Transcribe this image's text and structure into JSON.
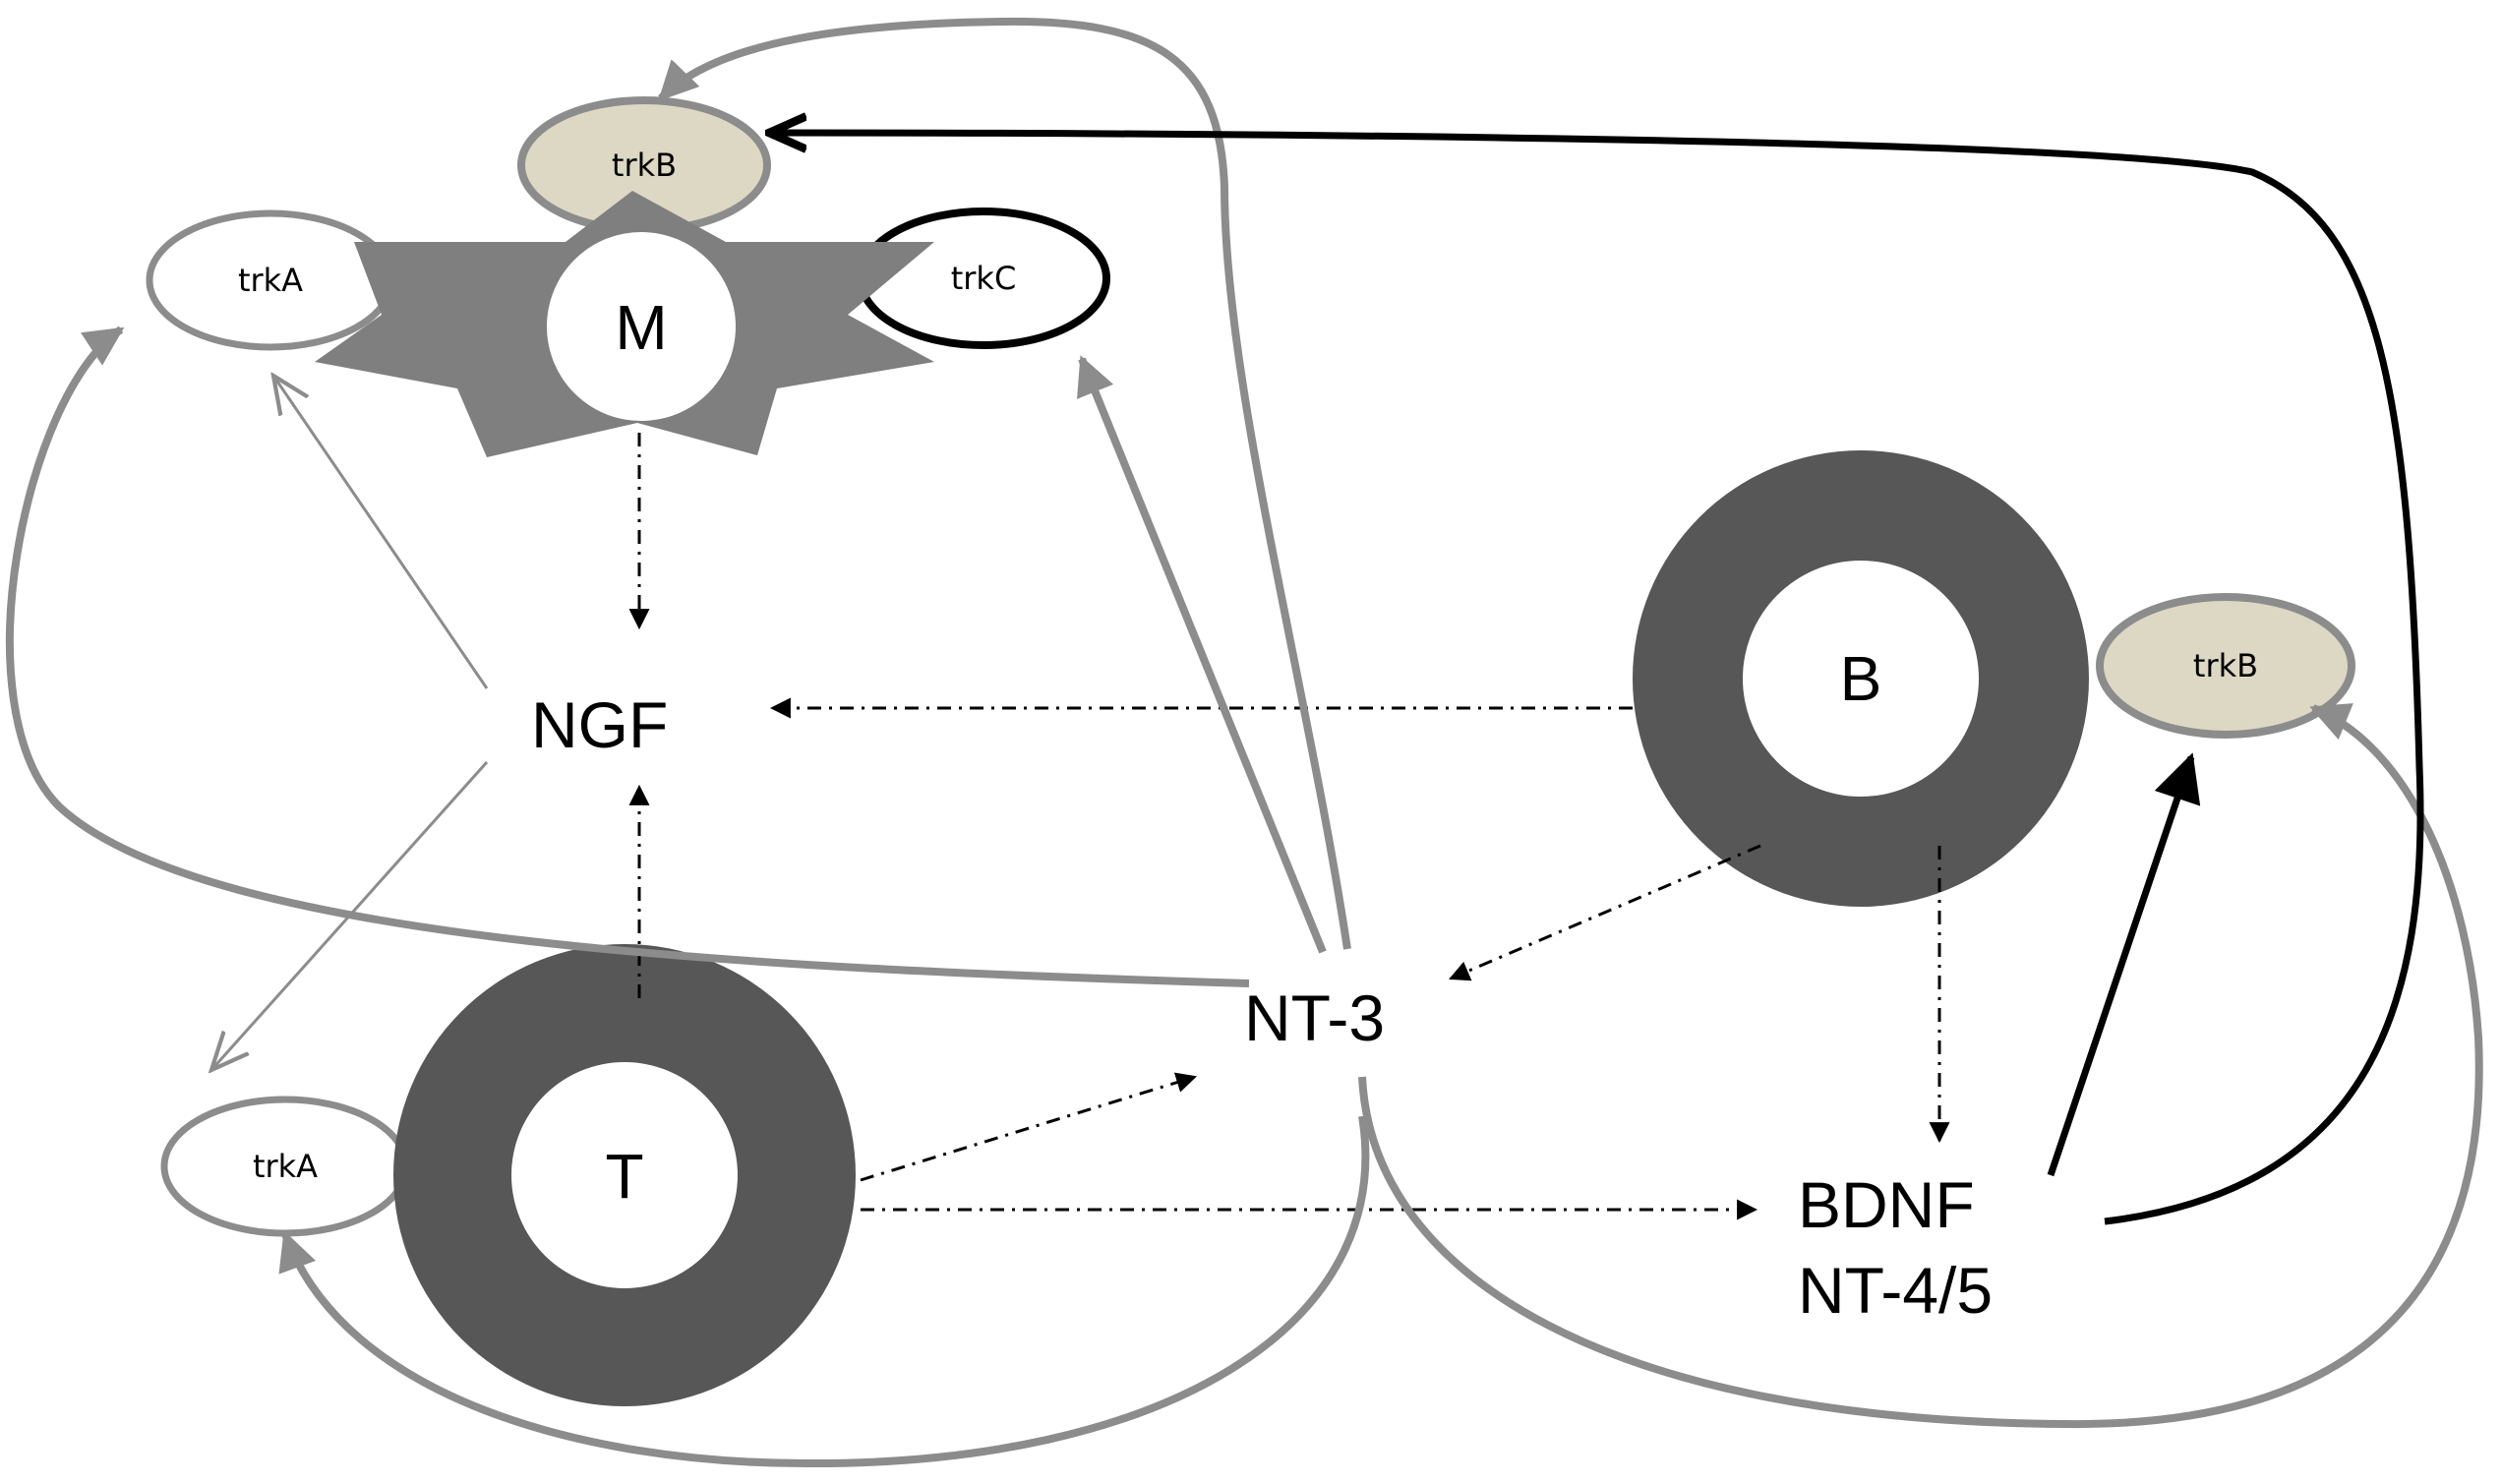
{
  "nodes": {
    "ngf": "NGF",
    "nt3": "NT-3",
    "bdnf": "BDNF",
    "nt45": "NT-4/5"
  },
  "cells": {
    "m": "M",
    "b": "B",
    "t": "T"
  },
  "receptors": {
    "trkB_top": "trkB",
    "trkA_top": "trkA",
    "trkC": "trkC",
    "trkB_right": "trkB",
    "trkA_bottom": "trkA"
  },
  "colors": {
    "dark_ring": "#575757",
    "star": "#7f7f7f",
    "gray_arrow": "#8c8c8c",
    "trkB_fill": "#ddd8c4",
    "black": "#000000"
  }
}
